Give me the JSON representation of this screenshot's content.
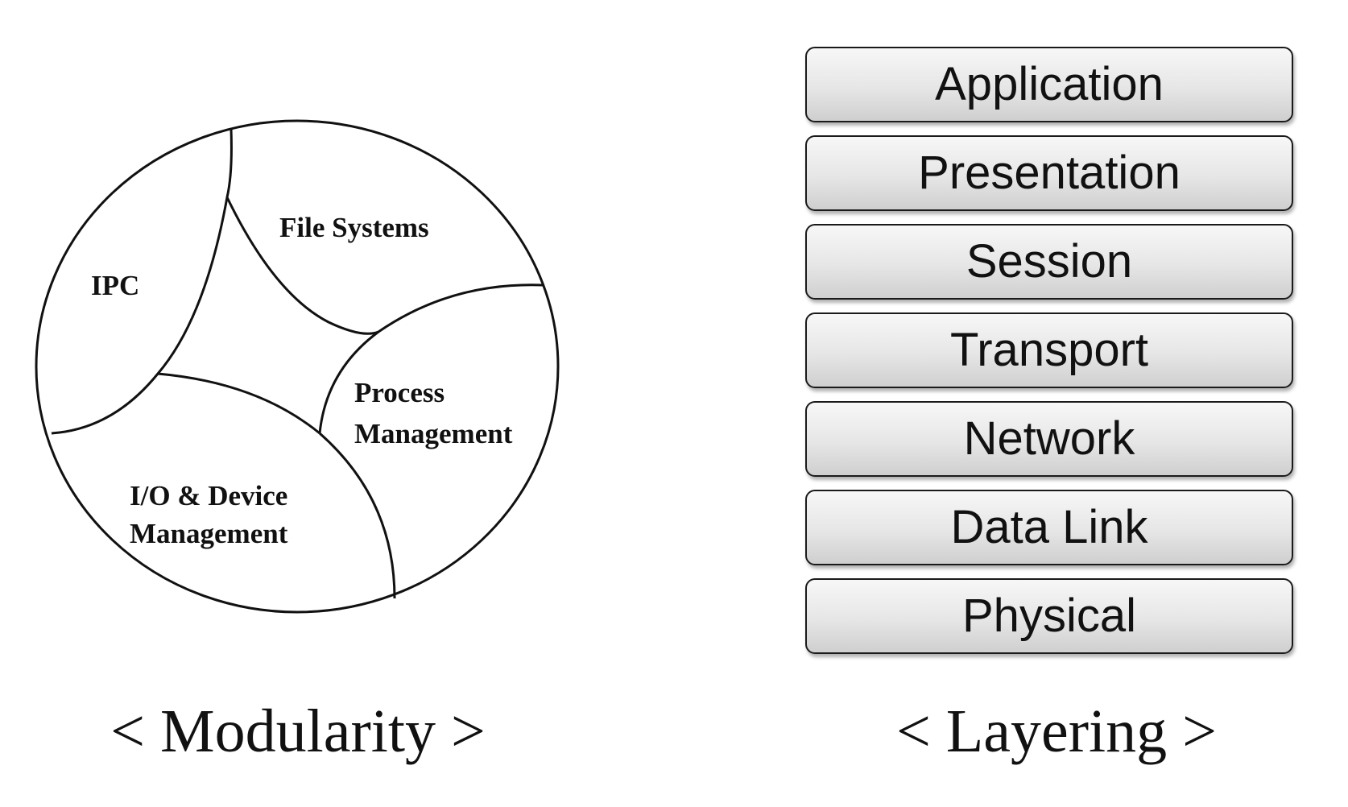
{
  "modularity": {
    "caption": "< Modularity >",
    "modules": {
      "ipc": "IPC",
      "file_systems": "File Systems",
      "process_line1": "Process",
      "process_line2": "Management",
      "io_line1": "I/O & Device",
      "io_line2": "Management"
    }
  },
  "layering": {
    "caption": "< Layering >",
    "layers": [
      "Application",
      "Presentation",
      "Session",
      "Transport",
      "Network",
      "Data Link",
      "Physical"
    ]
  },
  "colors": {
    "stroke": "#111111",
    "layer_fill_top": "#f7f7f7",
    "layer_fill_bottom": "#cfcfcf"
  }
}
